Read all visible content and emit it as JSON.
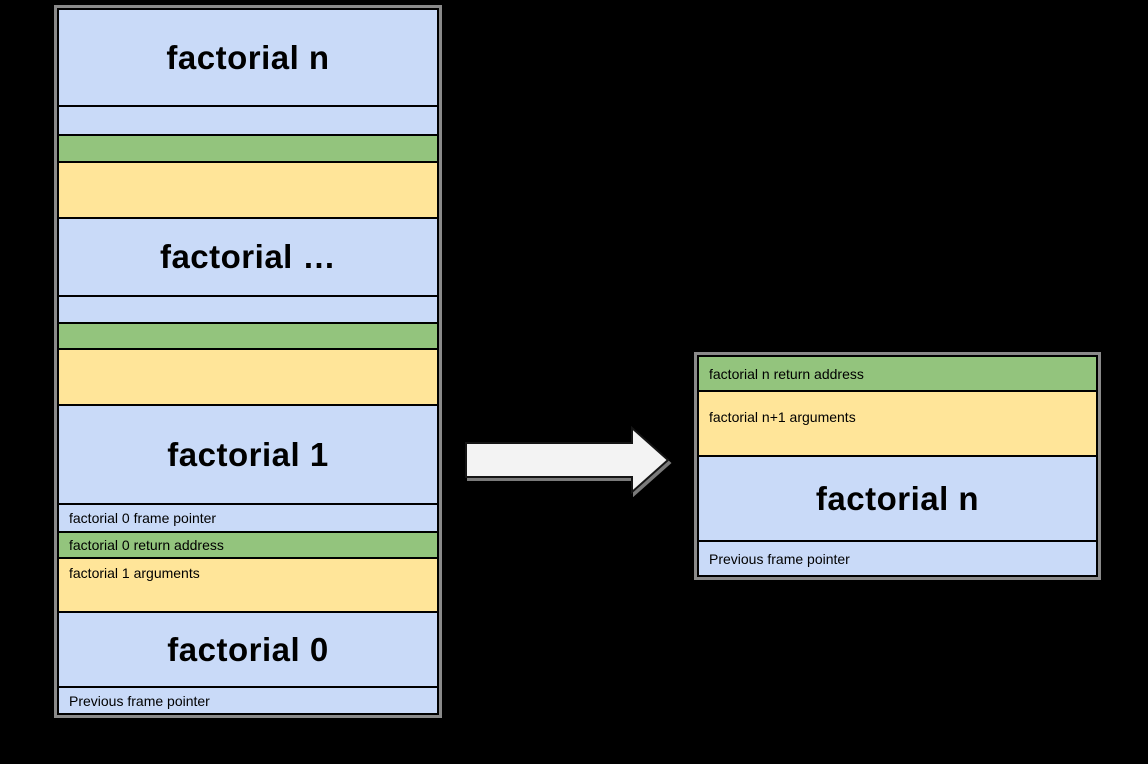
{
  "colors": {
    "background": "#000000",
    "blue": "#c9daf8",
    "green": "#93c47d",
    "yellow": "#ffe599",
    "border": "#000000",
    "shadow": "#8a8a8a",
    "text": "#000000",
    "arrow_fill": "#f3f3f3",
    "arrow_stroke": "#141414"
  },
  "left_stack": {
    "rows": [
      {
        "label": "factorial n"
      },
      {
        "label": ""
      },
      {
        "label": ""
      },
      {
        "label": ""
      },
      {
        "label": "factorial …"
      },
      {
        "label": ""
      },
      {
        "label": ""
      },
      {
        "label": ""
      },
      {
        "label": "factorial 1"
      },
      {
        "label": "factorial 0 frame pointer"
      },
      {
        "label": "factorial 0 return address"
      },
      {
        "label": "factorial 1 arguments"
      },
      {
        "label": "factorial 0"
      },
      {
        "label": "Previous frame pointer"
      }
    ]
  },
  "right_frame": {
    "rows": [
      {
        "label": "factorial n return address"
      },
      {
        "label": "factorial n+1 arguments"
      },
      {
        "label": "factorial n"
      },
      {
        "label": "Previous frame pointer"
      }
    ]
  },
  "arrow": {
    "icon": "right-block-arrow"
  }
}
